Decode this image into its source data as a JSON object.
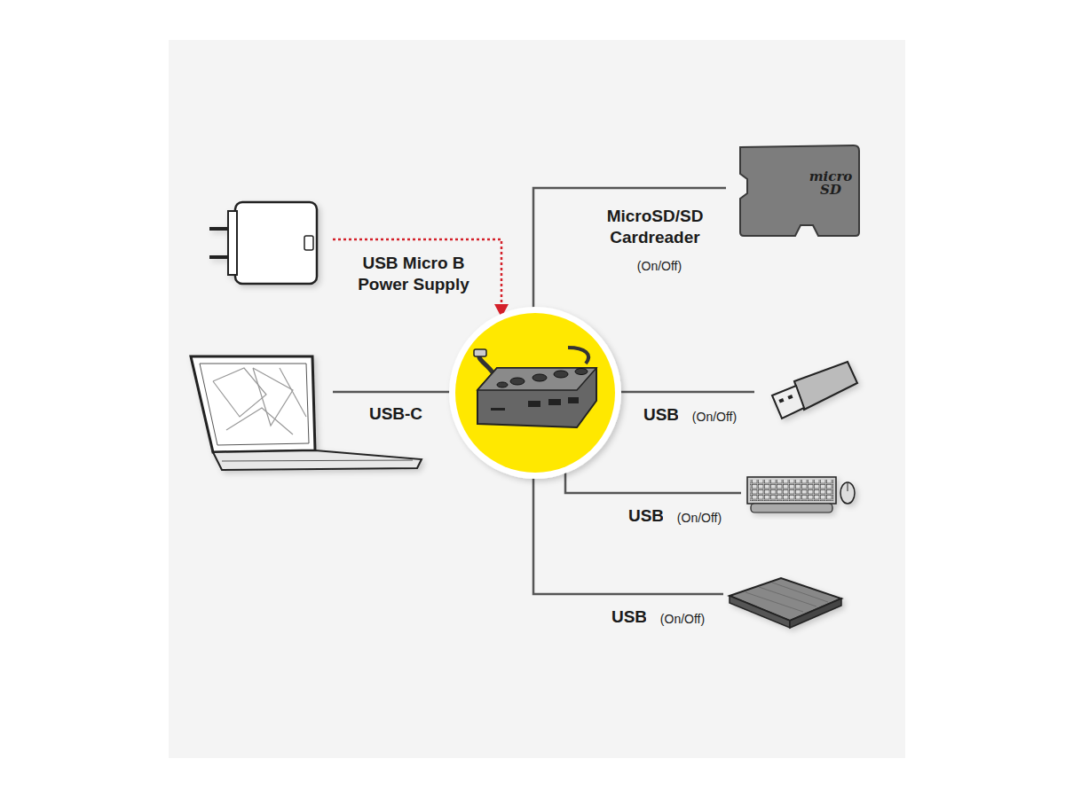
{
  "diagram": {
    "nodes": [
      {
        "text": [
          "micro SD"
        ]
      }
    ],
    "labels": [
      "USB Micro B Power Supply",
      "USB-C",
      "MicroSD/SD Cardreader",
      "(On/Off)",
      "USB",
      "(On/Off)",
      "USB",
      "(On/Off)",
      "USB",
      "(On/Off)"
    ]
  }
}
